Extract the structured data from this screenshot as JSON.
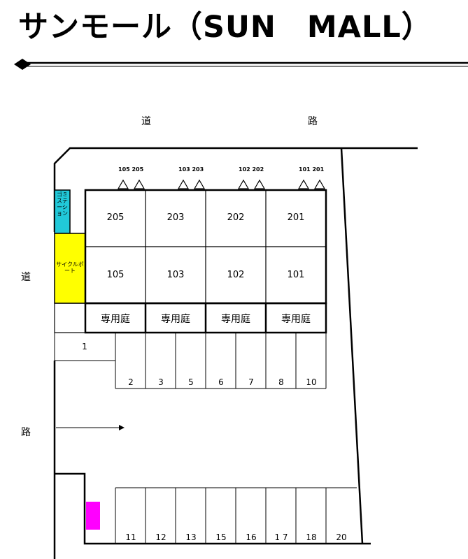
{
  "title": "サンモール（SUN　MALL）",
  "road_labels": {
    "top_left": "道",
    "top_right": "路",
    "side_top": "道",
    "side_bottom": "路"
  },
  "units": {
    "upper": [
      "205",
      "203",
      "202",
      "201"
    ],
    "lower": [
      "105",
      "103",
      "102",
      "101"
    ]
  },
  "private_garden": [
    "専用庭",
    "専用庭",
    "専用庭",
    "専用庭"
  ],
  "meter_labels": [
    "105 205",
    "103 203",
    "102 202",
    "101 201"
  ],
  "garbage_station": "ゴミステーション",
  "cycle_port": "サイクルポート",
  "parking_row1": [
    "1",
    "2",
    "3",
    "5",
    "6",
    "7",
    "8",
    "10"
  ],
  "parking_row2": [
    "11",
    "12",
    "13",
    "15",
    "16",
    "1 7",
    "18",
    "20"
  ],
  "colors": {
    "garbage_station": "#21c9d9",
    "cycle_port": "#ffff00",
    "marker": "#ff00ff",
    "line": "#000000"
  }
}
